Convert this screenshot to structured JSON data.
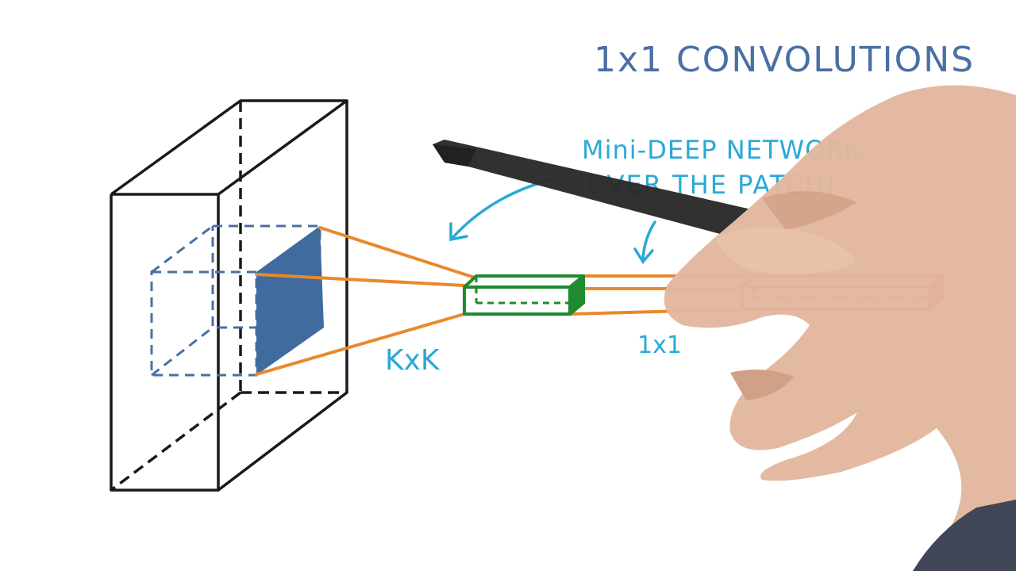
{
  "title": "1x1 CONVOLUTIONS",
  "annotation_line1": "Mini-DEEP NETWORK",
  "annotation_line2": "OVER THE PATCH!",
  "label_kxk": "KxK",
  "label_1x1": "1x1",
  "colors": {
    "ink_blue": "#4a6fa5",
    "marker_cyan": "#2aa9d6",
    "patch_fill": "#3f6b9f",
    "connector": "#e8892b",
    "green_prism": "#1f8a2e",
    "red_prism": "#d42b32",
    "outline": "#1a1a1a",
    "hand": "#e3b79f",
    "pen": "#2b2b2b"
  },
  "icons": {
    "hand": "hand-holding-pen"
  }
}
